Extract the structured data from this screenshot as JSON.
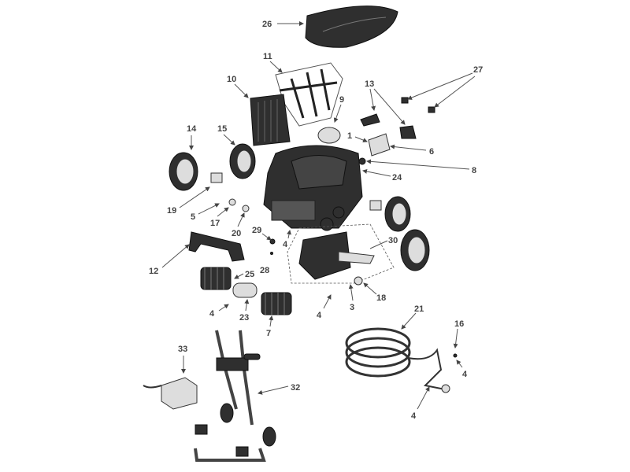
{
  "diagram": {
    "title": "Robotic pool cleaner exploded parts view",
    "callouts": [
      "26",
      "27",
      "11",
      "13",
      "10",
      "9",
      "14",
      "15",
      "1",
      "6",
      "8",
      "24",
      "19",
      "5",
      "17",
      "20",
      "29",
      "4",
      "30",
      "12",
      "25",
      "28",
      "3",
      "18",
      "4",
      "23",
      "7",
      "4",
      "21",
      "16",
      "4",
      "4",
      "33",
      "32"
    ],
    "colors": {
      "part": "#2f2f2f",
      "label": "#444444",
      "leader": "#555555"
    }
  }
}
